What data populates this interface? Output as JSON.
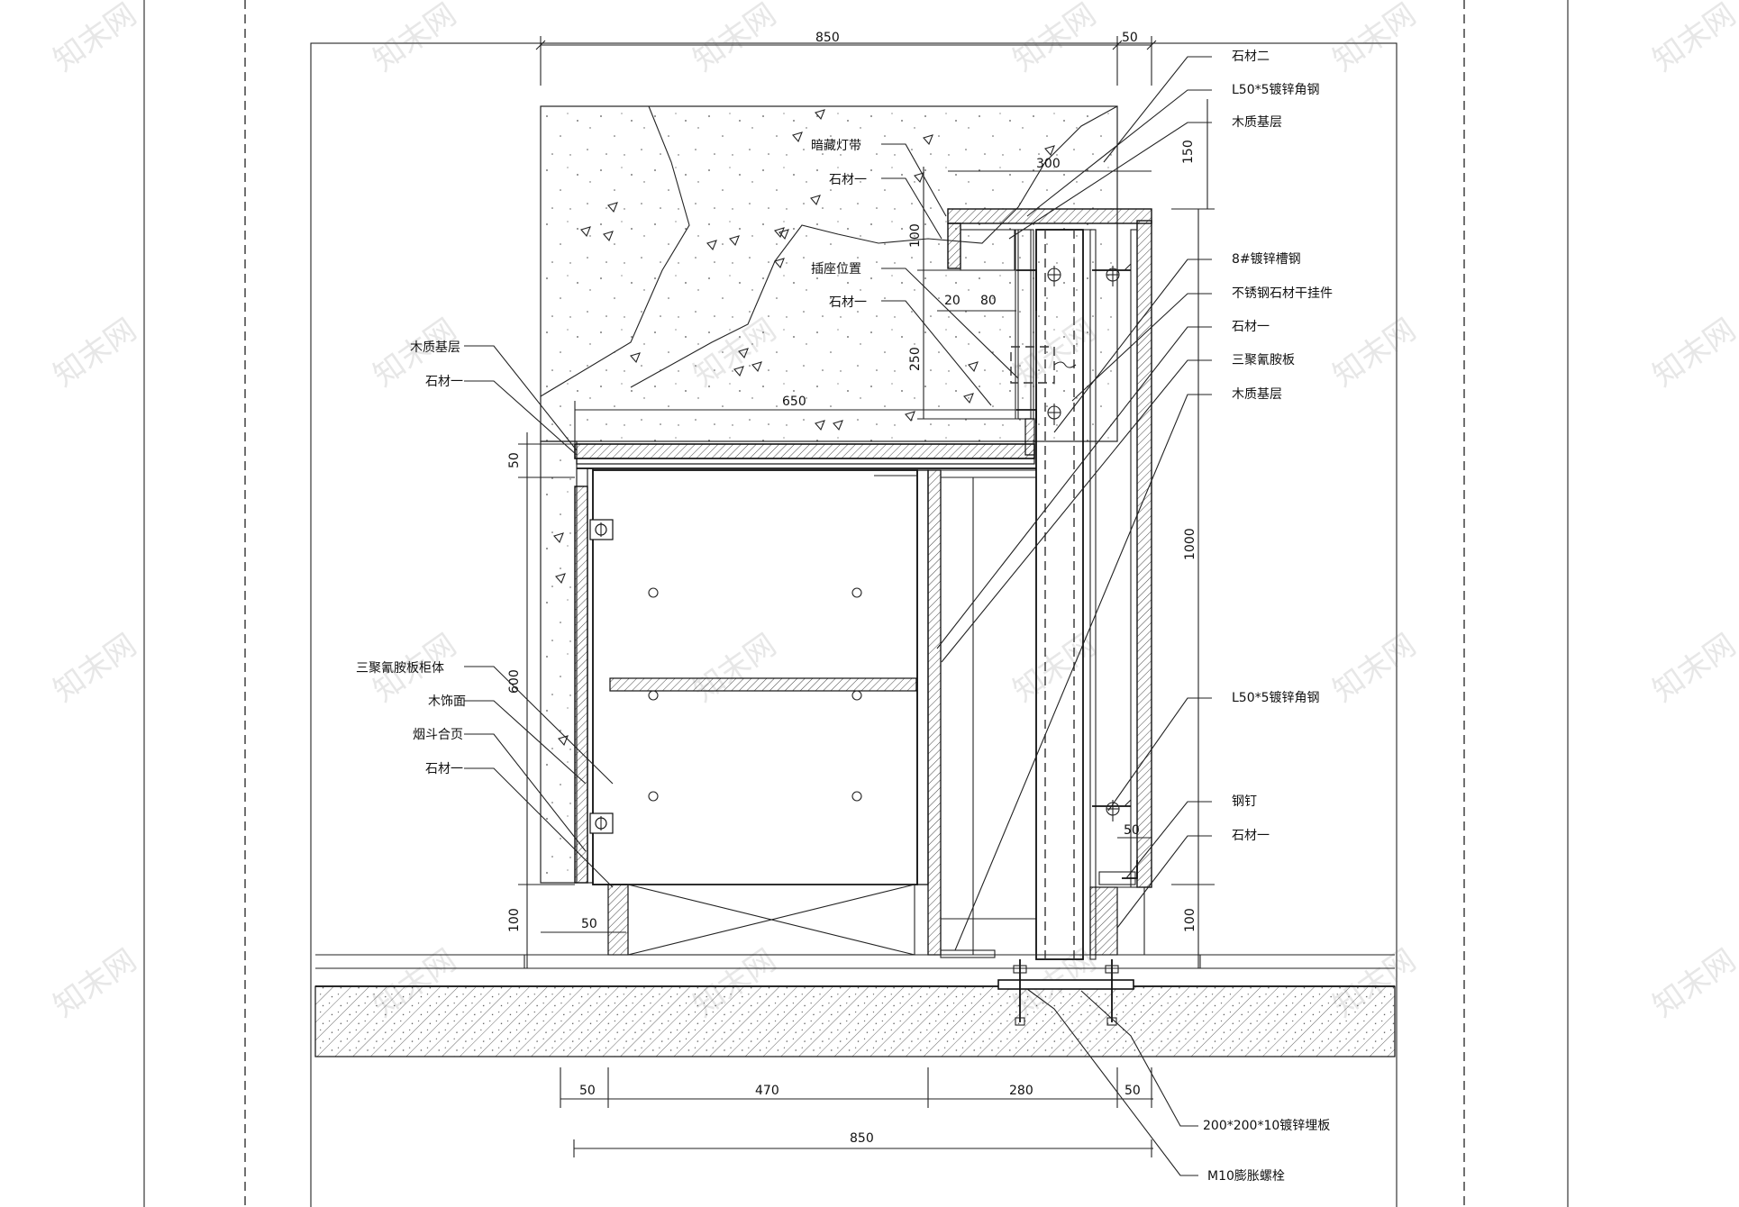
{
  "dimensions": {
    "top_850": "850",
    "top_50": "50",
    "d300": "300",
    "d150": "150",
    "d100_top": "100",
    "d20": "20",
    "d80": "80",
    "d250": "250",
    "d650": "650",
    "d50_left": "50",
    "d1000": "1000",
    "d600": "600",
    "d50_right": "50",
    "d100_left": "100",
    "d50_base": "50",
    "d100_right": "100",
    "b50a": "50",
    "b470": "470",
    "b280": "280",
    "b50b": "50",
    "b850": "850"
  },
  "labels": {
    "stone2": "石材二",
    "angle_steel_top": "L50*5镀锌角钢",
    "wood_base_top": "木质基层",
    "hidden_light": "暗藏灯带",
    "stone1_a": "石材一",
    "socket": "插座位置",
    "stone1_b": "石材一",
    "channel_steel": "8#镀锌槽钢",
    "ss_hanger": "不锈钢石材干挂件",
    "stone1_c": "石材一",
    "pvc_board": "三聚氰胺板",
    "wood_base_mid": "木质基层",
    "wood_base_left": "木质基层",
    "stone1_left": "石材一",
    "pvc_cabinet": "三聚氰胺板柜体",
    "wood_face": "木饰面",
    "hinge": "烟斗合页",
    "stone1_left2": "石材一",
    "angle_steel_bot": "L50*5镀锌角钢",
    "steel_nail": "钢钉",
    "stone1_bot": "石材一",
    "embed_plate": "200*200*10镀锌埋板",
    "anchor_bolt": "M10膨胀螺栓"
  },
  "watermark": "知末网"
}
